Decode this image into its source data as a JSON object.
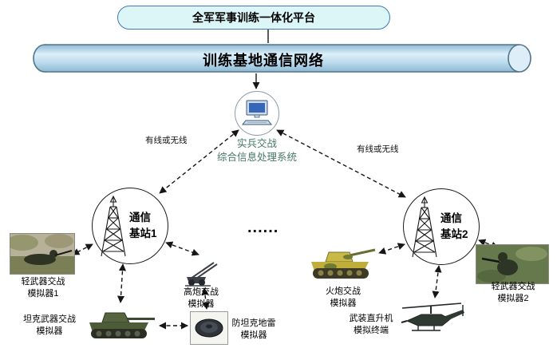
{
  "platform": {
    "label": "全军军事训练一体化平台"
  },
  "network": {
    "label": "训练基地通信网络"
  },
  "processor": {
    "line1": "实兵交战",
    "line2": "综合信息处理系统"
  },
  "links": {
    "left_label": "有线或无线",
    "right_label": "有线或无线"
  },
  "stations": {
    "station1": {
      "line1": "通信",
      "line2": "基站1"
    },
    "station2": {
      "line1": "通信",
      "line2": "基站2"
    },
    "ellipsis": "......"
  },
  "simulators": {
    "light_weapon_1": {
      "line1": "轻武器交战",
      "line2": "模拟器1"
    },
    "aa_gun": {
      "line1": "高炮交战",
      "line2": "模拟器"
    },
    "tank_weapon": {
      "line1": "坦克武器交战",
      "line2": "模拟器"
    },
    "at_mine": {
      "line1": "防坦克地雷",
      "line2": "模拟器"
    },
    "artillery": {
      "line1": "火炮交战",
      "line2": "模拟器"
    },
    "helicopter": {
      "line1": "武装直升机",
      "line2": "模拟终端"
    },
    "light_weapon_2": {
      "line1": "轻武器交战",
      "line2": "模拟器2"
    }
  },
  "colors": {
    "platform_fill": "#dcf6f8",
    "platform_border": "#3f78b5",
    "cylinder_fill": "#b5d7ea",
    "cylinder_border": "#4f748c",
    "processor_text": "#46786a"
  }
}
